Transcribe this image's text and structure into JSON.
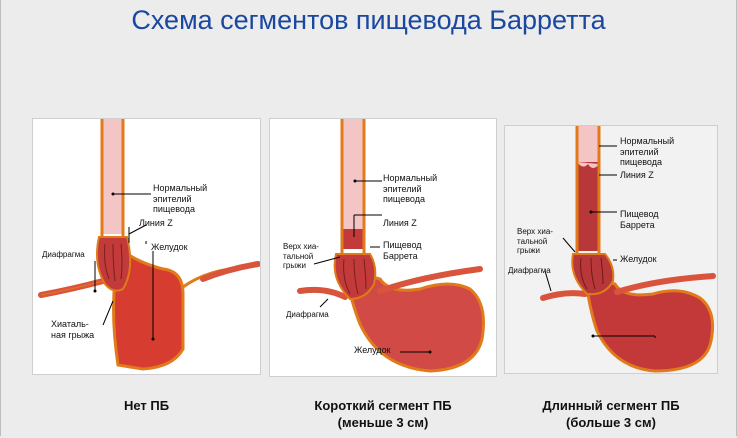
{
  "title": "Схема сегментов пищевода Барретта",
  "panels": {
    "no_be": {
      "labels": {
        "normal_epithelium": "Нормальный\nэпителий\nпищевода",
        "z_line": "Линия Z",
        "stomach": "Желудок",
        "diaphragm": "Диафрагма",
        "hiatal_hernia": "Хиаталь-\nная грыжа"
      },
      "caption": "Нет ПБ"
    },
    "short_segment": {
      "labels": {
        "normal_epithelium": "Нормальный\nэпителий\nпищевода",
        "z_line": "Линия Z",
        "hernia_top": "Верх хиа-\nтальной\nгрыжи",
        "barrett_esophagus": "Пищевод\nБаррета",
        "diaphragm": "Диафрагма",
        "stomach": "Желудок"
      },
      "caption": "Короткий сегмент ПБ\n(меньше 3 см)"
    },
    "long_segment": {
      "labels": {
        "normal_epithelium": "Нормальный\nэпителий\nпищевода",
        "z_line": "Линия Z",
        "barrett_esophagus": "Пищевод\nБаррета",
        "hernia_top": "Верх хиа-\nтальной\nгрыжи",
        "diaphragm": "Диафрагма",
        "stomach": "Желудок"
      },
      "caption": "Длинный сегмент ПБ\n(больше 3 см)"
    }
  },
  "colors": {
    "title": "#1a47a0",
    "tissue_outline": "#e07a1a",
    "normal_epithelium": "#f4c5c5",
    "barrett_mucosa": "#c23a3a",
    "stomach": "#d63c2f",
    "diaphragm": "#d9543c"
  }
}
